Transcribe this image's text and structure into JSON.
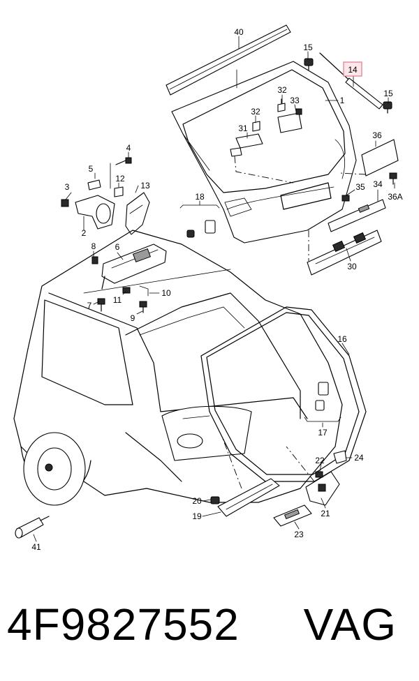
{
  "diagram": {
    "highlight_color": "#fde7ea",
    "highlight_border": "#e0788a",
    "labels": {
      "l40": "40",
      "l15a": "15",
      "l14": "14",
      "l15b": "15",
      "l1": "1",
      "l32a": "32",
      "l33": "33",
      "l32b": "32",
      "l31": "31",
      "l36": "36",
      "l4": "4",
      "l5": "5",
      "l12": "12",
      "l13": "13",
      "l3": "3",
      "l2": "2",
      "l18": "18",
      "l35": "35",
      "l34": "34",
      "l36A": "36A",
      "l30": "30",
      "l8": "8",
      "l6": "6",
      "l11": "11",
      "l10": "10",
      "l7": "7",
      "l9": "9",
      "l16": "16",
      "l17": "17",
      "l22": "22",
      "l24": "24",
      "l20": "20",
      "l19": "19",
      "l21": "21",
      "l23": "23",
      "l41": "41"
    }
  },
  "footer": {
    "part_number": "4F9827552",
    "brand": "VAG"
  }
}
